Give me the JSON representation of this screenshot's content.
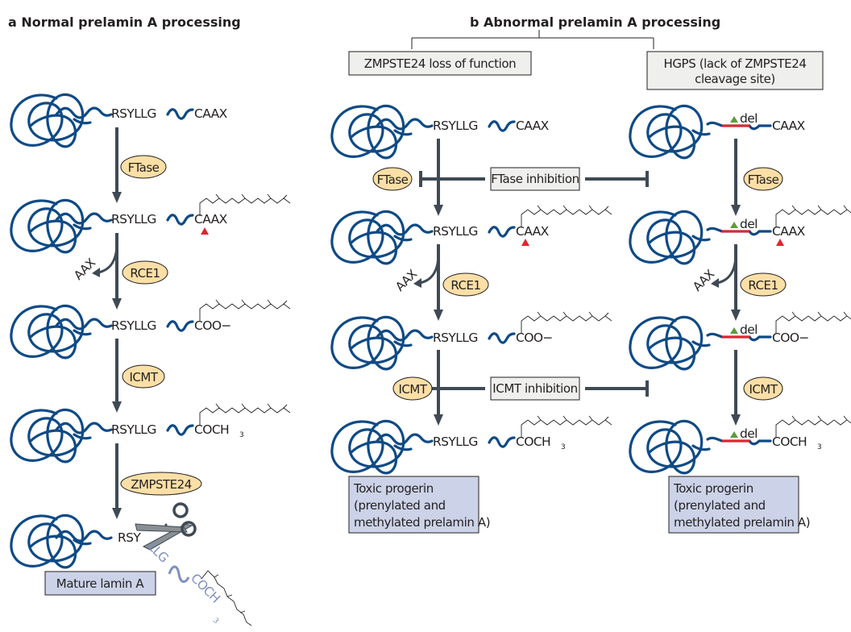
{
  "panel_a": {
    "title": "a  Normal prelamin A processing",
    "steps": [
      {
        "seq_left": "RSYLLG",
        "seq_right": "CAAX"
      },
      {
        "seq_left": "RSYLLG",
        "seq_right": "CAAX"
      },
      {
        "seq_left": "RSYLLG",
        "seq_right": "COO−"
      },
      {
        "seq_left": "RSYLLG",
        "seq_right": "COCH",
        "seq_sub": "3"
      },
      {
        "seq_left": "RSY"
      }
    ],
    "enzymes": [
      "FTase",
      "RCE1",
      "ICMT",
      "ZMPSTE24"
    ],
    "released": "AAX",
    "cleaved_fragment": {
      "left": "LLG",
      "right": "COCH",
      "sub": "3"
    },
    "result_label": "Mature lamin A"
  },
  "panel_b": {
    "title": "b  Abnormal prelamin A processing",
    "left_branch": {
      "label": "ZMPSTE24 loss of function",
      "steps": [
        {
          "seq_left": "RSYLLG",
          "seq_right": "CAAX"
        },
        {
          "seq_left": "RSYLLG",
          "seq_right": "CAAX"
        },
        {
          "seq_left": "RSYLLG",
          "seq_right": "COO−"
        },
        {
          "seq_left": "RSYLLG",
          "seq_right": "COCH",
          "seq_sub": "3"
        }
      ],
      "enzymes": [
        "FTase",
        "RCE1",
        "ICMT"
      ],
      "released": "AAX",
      "result_lines": [
        "Toxic progerin",
        "(prenylated and",
        "methylated prelamin A)"
      ]
    },
    "right_branch": {
      "label_lines": [
        "HGPS (lack of ZMPSTE24",
        "cleavage site)"
      ],
      "del_label": "del",
      "steps": [
        {
          "seq_right": "CAAX"
        },
        {
          "seq_right": "CAAX"
        },
        {
          "seq_right": "COO−"
        },
        {
          "seq_right": "COCH",
          "seq_sub": "3"
        }
      ],
      "enzymes": [
        "FTase",
        "RCE1",
        "ICMT"
      ],
      "released": "AAX",
      "result_lines": [
        "Toxic progerin",
        "(prenylated and",
        "methylated prelamin A)"
      ]
    },
    "inhibitions": [
      "FTase inhibition",
      "ICMT inhibition"
    ]
  },
  "colors": {
    "protein": "#0e4a86",
    "enzyme_fill": "#fbdfa6",
    "arrow": "#3f4a55",
    "cleavage_marker": "#e0262e",
    "deletion_marker": "#5a9e3a",
    "result_box": "#ccd3e8",
    "condition_box": "#efefed"
  }
}
